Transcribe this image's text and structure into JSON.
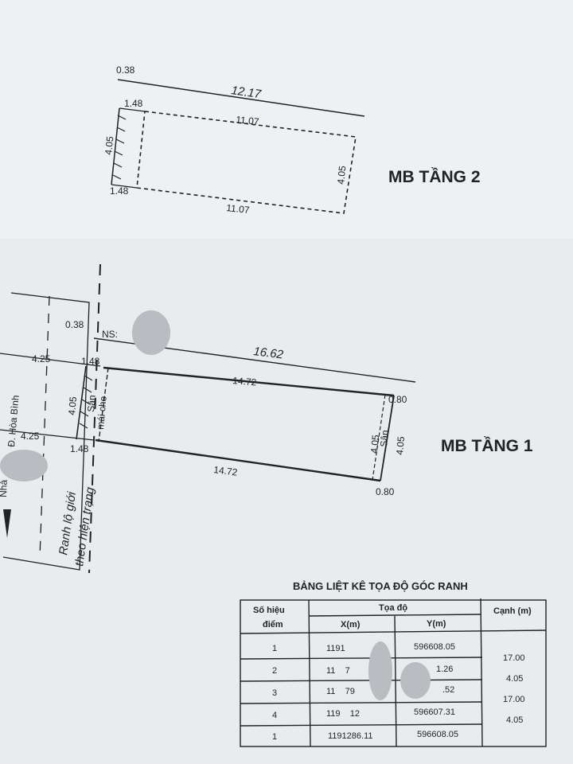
{
  "floor2": {
    "title": "MB TẦNG 2",
    "dims": {
      "offset": "0.38",
      "total_length": "12.17",
      "top_left": "1.48",
      "top_length": "11.07",
      "left_width": "4.05",
      "right_width": "4.05",
      "bottom_left": "1.48",
      "bottom_length": "11.07"
    }
  },
  "floor1": {
    "title": "MB TẦNG 1",
    "ns_label": "NS:",
    "dims": {
      "offset": "0.38",
      "total_length": "16.62",
      "street_top": "4.25",
      "street_bottom": "4.25",
      "top_left": "1.48",
      "top_length": "14.72",
      "left_width": "4.05",
      "bottom_left": "1.48",
      "bottom_length": "14.72",
      "right_top": "0.80",
      "right_bottom": "0.80",
      "right_inner_width": "4.05",
      "right_width": "4.05"
    },
    "labels": {
      "covered_yard_1": "Sân",
      "covered_yard_2": "mái che",
      "back_yard": "Sân",
      "street": "Đ. Hòa Bình",
      "street_fragment": "Nhà",
      "boundary_1": "Ranh lộ giới",
      "boundary_2": "theo hiện trạng"
    }
  },
  "table": {
    "title": "BẢNG LIỆT KÊ TỌA ĐỘ GÓC RANH",
    "headers": {
      "point": "Số hiệu",
      "point2": "điểm",
      "coords": "Tọa độ",
      "x": "X(m)",
      "y": "Y(m)",
      "edge": "Cạnh (m)"
    },
    "rows": [
      {
        "point": "1",
        "x": "1191",
        "y": "596608.05"
      },
      {
        "point": "2",
        "x": "11    7",
        "y": "1.26"
      },
      {
        "point": "3",
        "x": "11    79",
        "y": ".52"
      },
      {
        "point": "4",
        "x": "119    12",
        "y": "596607.31"
      },
      {
        "point": "1",
        "x": "1191286.11",
        "y": "596608.05"
      }
    ],
    "edges": [
      "17.00",
      "4.05",
      "17.00",
      "4.05"
    ]
  },
  "colors": {
    "paper": "#e9ebec",
    "ink": "#1f2226",
    "redaction": "#b9bcc0"
  }
}
